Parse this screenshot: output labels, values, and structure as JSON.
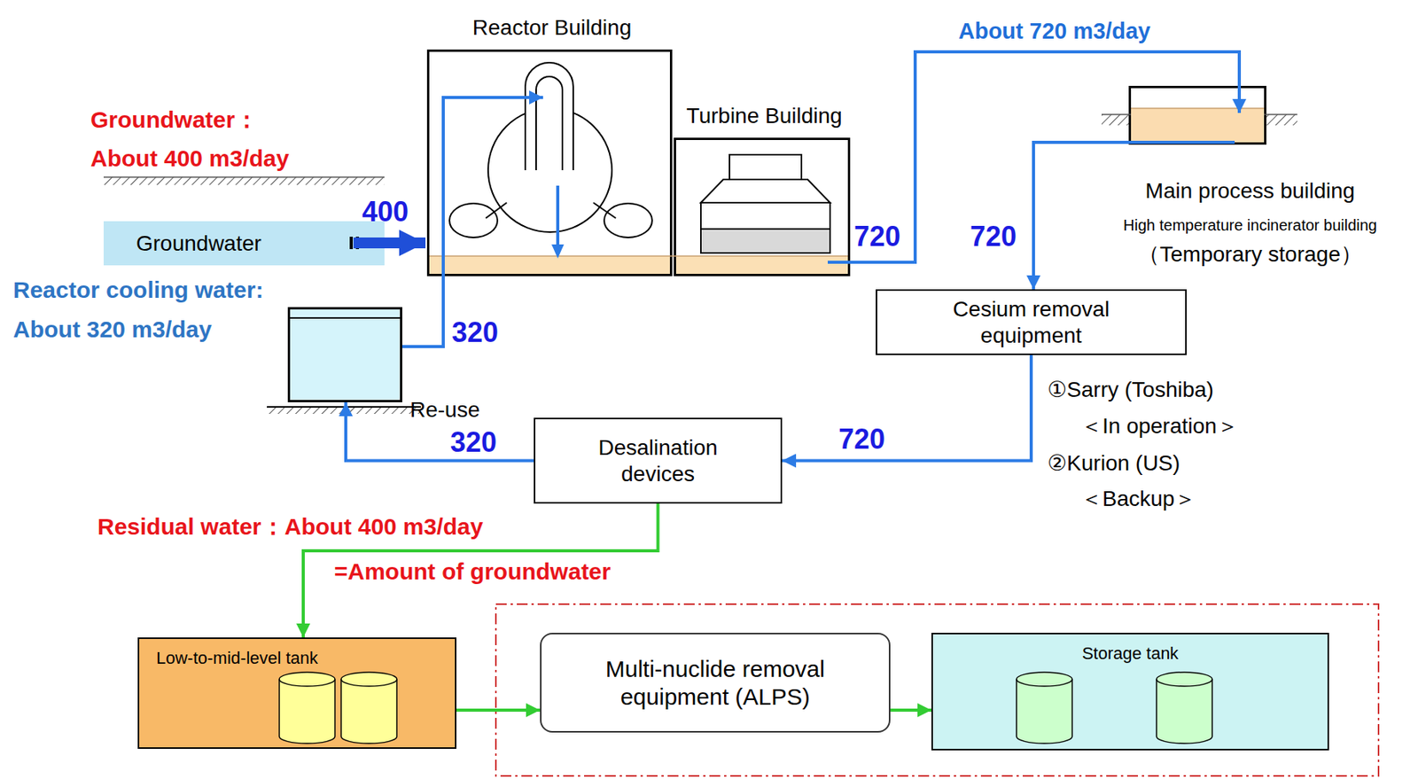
{
  "diagram": {
    "nodes": [
      {
        "text": [
          "Reactor Building"
        ]
      },
      {
        "text": [
          "Turbine Building"
        ]
      },
      {
        "text": [
          "Groundwater"
        ]
      },
      {
        "text": [
          "Reactor cooling water:",
          "About 320 m3/day"
        ]
      },
      {
        "text": [
          "Main process building",
          "High temperature incinerator building",
          "（Temporary storage）"
        ]
      },
      {
        "text": [
          "Cesium removal equipment"
        ]
      },
      {
        "text": [
          "Desalination devices"
        ]
      },
      {
        "text": [
          "Low-to-mid-level tank"
        ]
      },
      {
        "text": [
          "Multi-nuclide removal equipment (ALPS)"
        ]
      },
      {
        "text": [
          "Storage tank"
        ]
      }
    ],
    "edges": [
      {
        "from": 2,
        "to": 0,
        "arrow": "to",
        "label": "400"
      },
      {
        "from": 3,
        "to": 0,
        "arrow": "to",
        "label": "320"
      },
      {
        "from": 1,
        "to": 4,
        "arrow": "to",
        "label": "About 720 m3/day"
      },
      {
        "from": 4,
        "to": 5,
        "arrow": "to",
        "label": "720"
      },
      {
        "from": 5,
        "to": 6,
        "arrow": "to",
        "label": "720"
      },
      {
        "from": 6,
        "to": 3,
        "arrow": "to",
        "label": "320"
      },
      {
        "from": 6,
        "to": 7,
        "arrow": "to",
        "label": "Residual water：About 400 m3/day"
      },
      {
        "from": 7,
        "to": 8,
        "arrow": "to"
      },
      {
        "from": 8,
        "to": 9,
        "arrow": "to"
      }
    ],
    "labels": [
      "Groundwater：",
      "About 400 m3/day",
      "720",
      "①Sarry (Toshiba)",
      "＜In operation＞",
      "②Kurion (US)",
      "＜Backup＞",
      "Re-use",
      "=Amount of groundwater"
    ]
  }
}
